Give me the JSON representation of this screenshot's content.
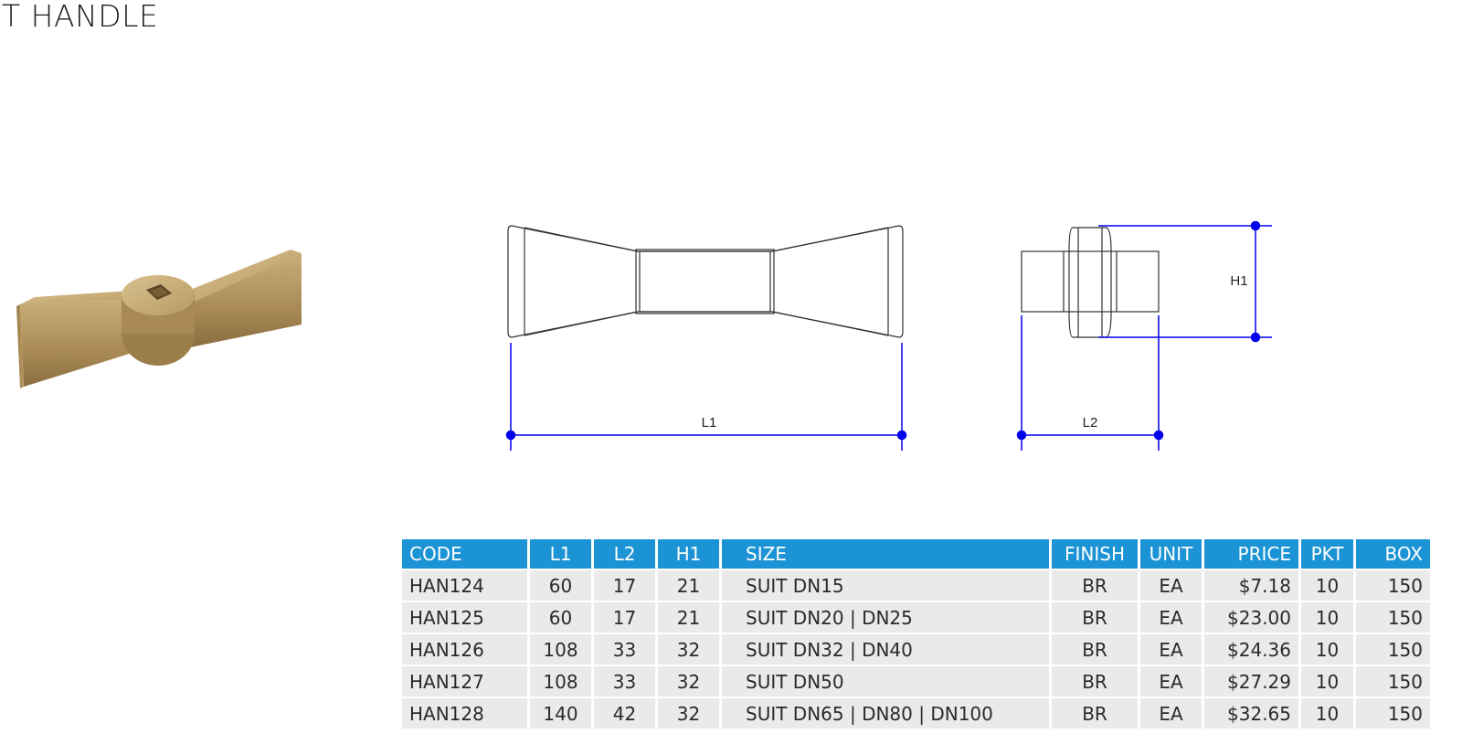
{
  "title": "T HANDLE",
  "dimension_labels": {
    "l1": "L1",
    "l2": "L2",
    "h1": "H1"
  },
  "table": {
    "headers": {
      "code": "CODE",
      "l1": "L1",
      "l2": "L2",
      "h1": "H1",
      "size": "SIZE",
      "finish": "FINISH",
      "unit": "UNIT",
      "price": "PRICE",
      "pkt": "PKT",
      "box": "BOX"
    },
    "rows": [
      {
        "code": "HAN124",
        "l1": "60",
        "l2": "17",
        "h1": "21",
        "size": "SUIT DN15",
        "finish": "BR",
        "unit": "EA",
        "price": "$7.18",
        "pkt": "10",
        "box": "150"
      },
      {
        "code": "HAN125",
        "l1": "60",
        "l2": "17",
        "h1": "21",
        "size": "SUIT DN20 | DN25",
        "finish": "BR",
        "unit": "EA",
        "price": "$23.00",
        "pkt": "10",
        "box": "150"
      },
      {
        "code": "HAN126",
        "l1": "108",
        "l2": "33",
        "h1": "32",
        "size": "SUIT DN32 | DN40",
        "finish": "BR",
        "unit": "EA",
        "price": "$24.36",
        "pkt": "10",
        "box": "150"
      },
      {
        "code": "HAN127",
        "l1": "108",
        "l2": "33",
        "h1": "32",
        "size": "SUIT DN50",
        "finish": "BR",
        "unit": "EA",
        "price": "$27.29",
        "pkt": "10",
        "box": "150"
      },
      {
        "code": "HAN128",
        "l1": "140",
        "l2": "42",
        "h1": "32",
        "size": "SUIT DN65 | DN80 | DN100",
        "finish": "BR",
        "unit": "EA",
        "price": "$32.65",
        "pkt": "10",
        "box": "150"
      }
    ]
  },
  "colors": {
    "header_bg": "#1b93d4",
    "row_bg": "#eaeaea",
    "dimension_line": "#0000ee",
    "brass": "#b4965f"
  },
  "icons": {
    "product_photo": "brass-t-handle-image"
  }
}
